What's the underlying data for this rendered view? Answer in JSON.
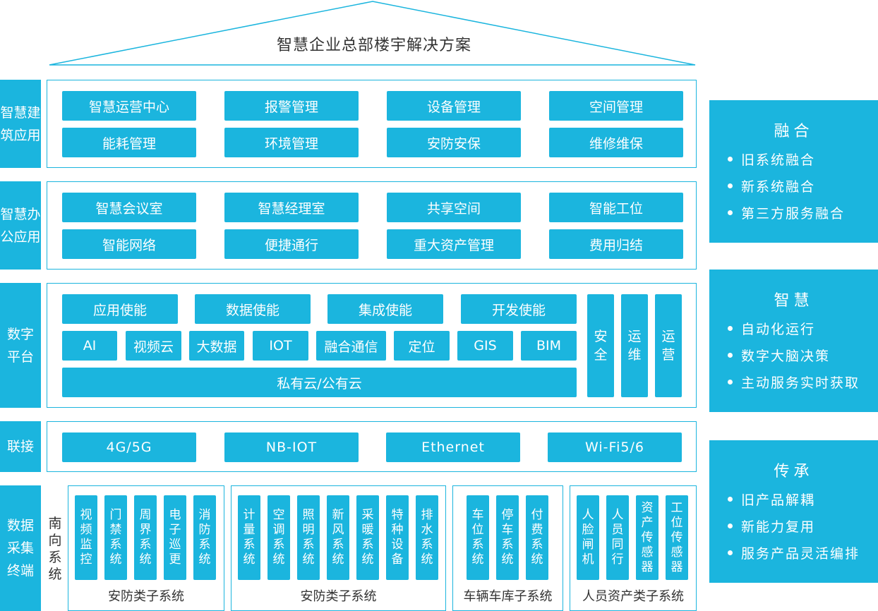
{
  "title": "智慧企业总部楼宇解决方案",
  "layers": {
    "building": {
      "label": "智慧建筑应用",
      "items": [
        "智慧运营中心",
        "报警管理",
        "设备管理",
        "空间管理",
        "能耗管理",
        "环境管理",
        "安防安保",
        "维修维保"
      ]
    },
    "office": {
      "label": "智慧办公应用",
      "items": [
        "智慧会议室",
        "智慧经理室",
        "共享空间",
        "智能工位",
        "智能网络",
        "便捷通行",
        "重大资产管理",
        "费用归结"
      ]
    },
    "platform": {
      "label": "数字平台",
      "enablers": [
        "应用使能",
        "数据使能",
        "集成使能",
        "开发使能"
      ],
      "tech": [
        "AI",
        "视频云",
        "大数据",
        "IOT",
        "融合通信",
        "定位",
        "GIS",
        "BIM"
      ],
      "cloud": "私有云/公有云",
      "pillars": [
        "安全",
        "运维",
        "运营"
      ]
    },
    "connect": {
      "label": "联接",
      "items": [
        "4G/5G",
        "NB-IOT",
        "Ethernet",
        "Wi-Fi5/6"
      ]
    },
    "collect": {
      "label": "数据采集终端",
      "south": "南向系统",
      "groups": [
        {
          "name": "安防类子系统",
          "items": [
            "视频监控",
            "门禁系统",
            "周界系统",
            "电子巡更",
            "消防系统"
          ]
        },
        {
          "name": "安防类子系统",
          "items": [
            "计量系统",
            "空调系统",
            "照明系统",
            "新风系统",
            "采暖系统",
            "特种设备",
            "排水系统"
          ]
        },
        {
          "name": "车辆车库子系统",
          "items": [
            "车位系统",
            "停车系统",
            "付费系统"
          ]
        },
        {
          "name": "人员资产类子系统",
          "items": [
            "人脸闸机",
            "人员同行",
            "资产传感器",
            "工位传感器"
          ]
        }
      ]
    }
  },
  "right": [
    {
      "title": "融合",
      "items": [
        "旧系统融合",
        "新系统融合",
        "第三方服务融合"
      ]
    },
    {
      "title": "智慧",
      "items": [
        "自动化运行",
        "数字大脑决策",
        "主动服务实时获取"
      ]
    },
    {
      "title": "传承",
      "items": [
        "旧产品解耦",
        "新能力复用",
        "服务产品灵活编排"
      ]
    }
  ],
  "colors": {
    "accent": "#1bb5de"
  }
}
